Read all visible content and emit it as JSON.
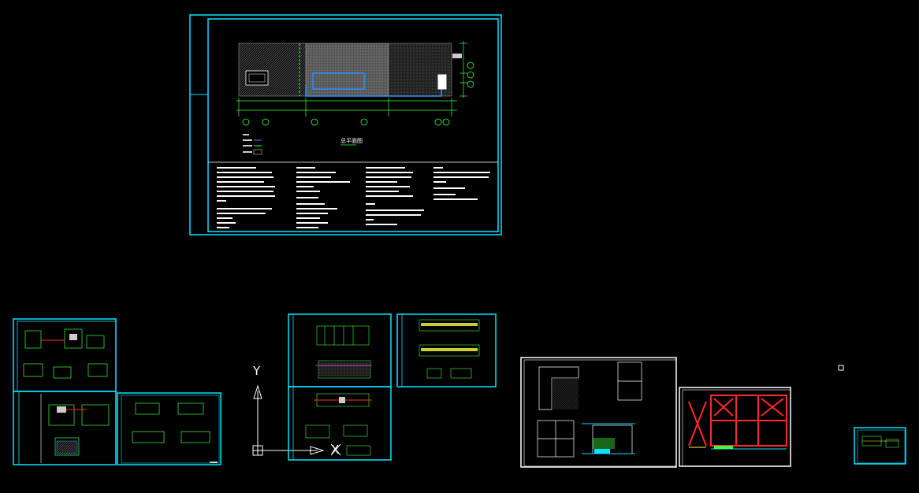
{
  "viewport": {
    "background": "#000000"
  },
  "colors": {
    "cyan": "#00e5ff",
    "white": "#ffffff",
    "green": "#3cff3c",
    "red": "#ff2a2a",
    "yellow": "#ffff40",
    "magenta": "#ff40ff"
  },
  "ucs": {
    "y_label": "Y",
    "x_label": "X"
  },
  "site_plan": {
    "title": "总平面图"
  }
}
